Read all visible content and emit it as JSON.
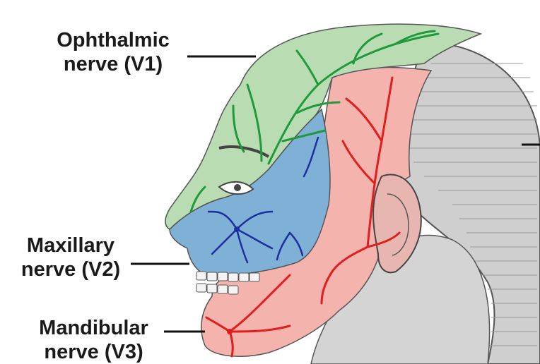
{
  "labels": {
    "v1": {
      "line1": "Ophthalmic",
      "line2": "nerve (V1)"
    },
    "v2": {
      "line1": "Maxillary",
      "line2": "nerve (V2)"
    },
    "v3": {
      "line1": "Mandibular",
      "line2": "nerve (V3)"
    }
  },
  "colors": {
    "v1_region": "#b9dcb3",
    "v2_region": "#7fb0d6",
    "v3_region": "#f5b3ae",
    "scalp": "#cfcfcf",
    "v1_nerve": "#1e9a3c",
    "v2_nerve": "#1b2fa0",
    "v3_nerve": "#e01e1e",
    "outline": "#333333"
  }
}
